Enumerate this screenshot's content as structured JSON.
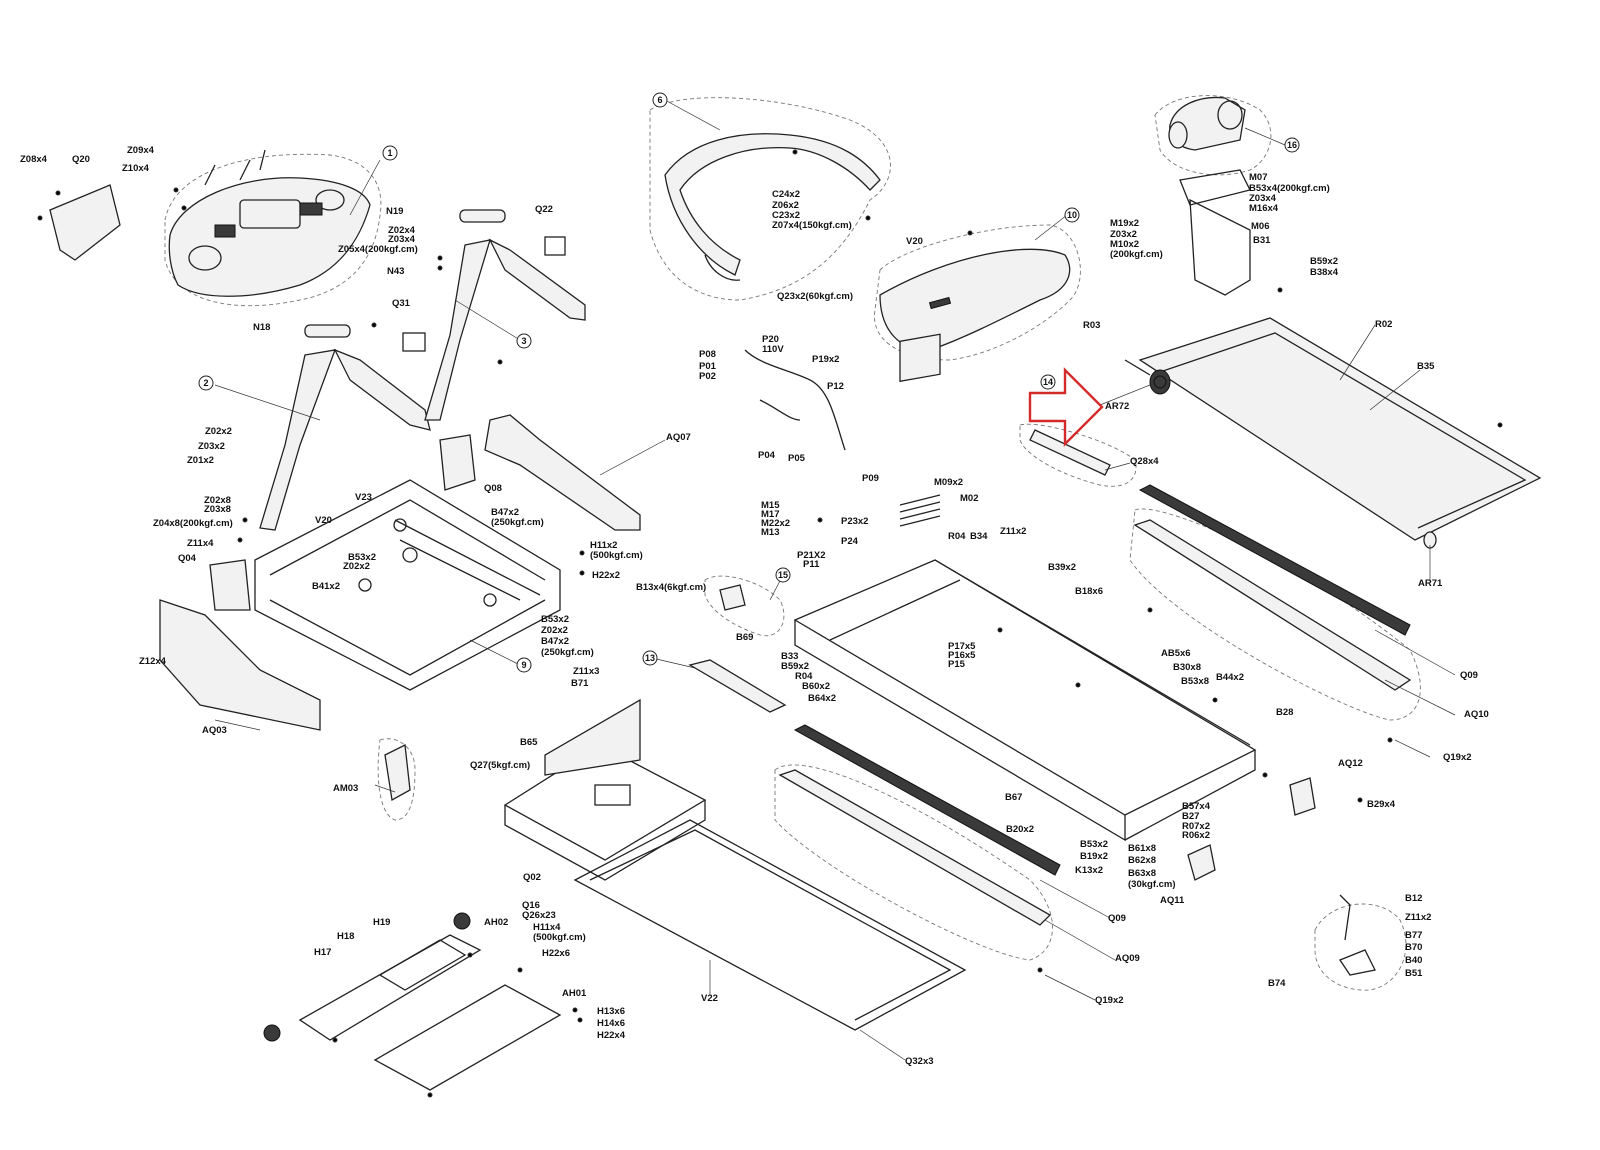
{
  "diagram": {
    "callouts": [
      "1",
      "2",
      "3",
      "6",
      "9",
      "10",
      "13",
      "14",
      "15",
      "16"
    ],
    "labels": [
      "Z08x4",
      "Q20",
      "Z09x4",
      "Z10x4",
      "N19",
      "Z02x4",
      "Z03x4",
      "Z05x4(200kgf.cm)",
      "N43",
      "Q22",
      "N18",
      "Q31",
      "Z02x2",
      "Z03x2",
      "Z01x2",
      "Z02x8",
      "Z03x8",
      "Z04x8(200kgf.cm)",
      "Z11x4",
      "Q04",
      "V20",
      "V23",
      "B47x2",
      "(250kgf.cm)",
      "Q08",
      "AQ07",
      "H11x2",
      "(500kgf.cm)",
      "H22x2",
      "B53x2",
      "Z02x2",
      "B41x2",
      "B53x2",
      "Z02x2",
      "B47x2",
      "(250kgf.cm)",
      "Z12x4",
      "AQ03",
      "AM03",
      "C24x2",
      "Z06x2",
      "C23x2",
      "Z07x4(150kgf.cm)",
      "V20",
      "Q23x2(60kgf.cm)",
      "P20",
      "110V",
      "P08",
      "P01",
      "P02",
      "P19x2",
      "P12",
      "P04",
      "P05",
      "M07",
      "B53x4(200kgf.cm)",
      "Z03x4",
      "M16x4",
      "M19x2",
      "Z03x2",
      "M10x2",
      "(200kgf.cm)",
      "M06",
      "B31",
      "B59x2",
      "B38x4",
      "R03",
      "R02",
      "B35",
      "AR72",
      "Q28x4",
      "AR71",
      "P09",
      "M09x2",
      "M02",
      "M15",
      "M17",
      "M22x2",
      "M13",
      "P23x2",
      "P24",
      "R04",
      "B34",
      "Z11x2",
      "B39x2",
      "B18x6",
      "P21X2",
      "P11",
      "B13x4(6kgf.cm)",
      "B69",
      "B33",
      "B59x2",
      "R04",
      "B60x2",
      "B64x2",
      "P17x5",
      "P16x5",
      "P15",
      "AB5x6",
      "B30x8",
      "B53x8",
      "B44x2",
      "B28",
      "Q09",
      "AQ10",
      "Q19x2",
      "Z11x3",
      "B71",
      "B65",
      "Q27(5kgf.cm)",
      "Q02",
      "Q16",
      "Q26x23",
      "H11x4",
      "(500kgf.cm)",
      "H22x6",
      "AH02",
      "H19",
      "H18",
      "H17",
      "AH01",
      "H13x6",
      "H14x6",
      "H22x4",
      "V22",
      "Q32x3",
      "B67",
      "B20x2",
      "B53x2",
      "B19x2",
      "K13x2",
      "B61x8",
      "B62x8",
      "B63x8",
      "(30kgf.cm)",
      "B57x4",
      "B27",
      "R07x2",
      "R06x2",
      "AQ11",
      "AQ12",
      "B29x4",
      "Q09",
      "AQ09",
      "Q19x2",
      "B12",
      "Z11x2",
      "B77",
      "B70",
      "B40",
      "B51",
      "B74"
    ],
    "highlight_color": "#d42a2a",
    "line_color": "#222222"
  }
}
